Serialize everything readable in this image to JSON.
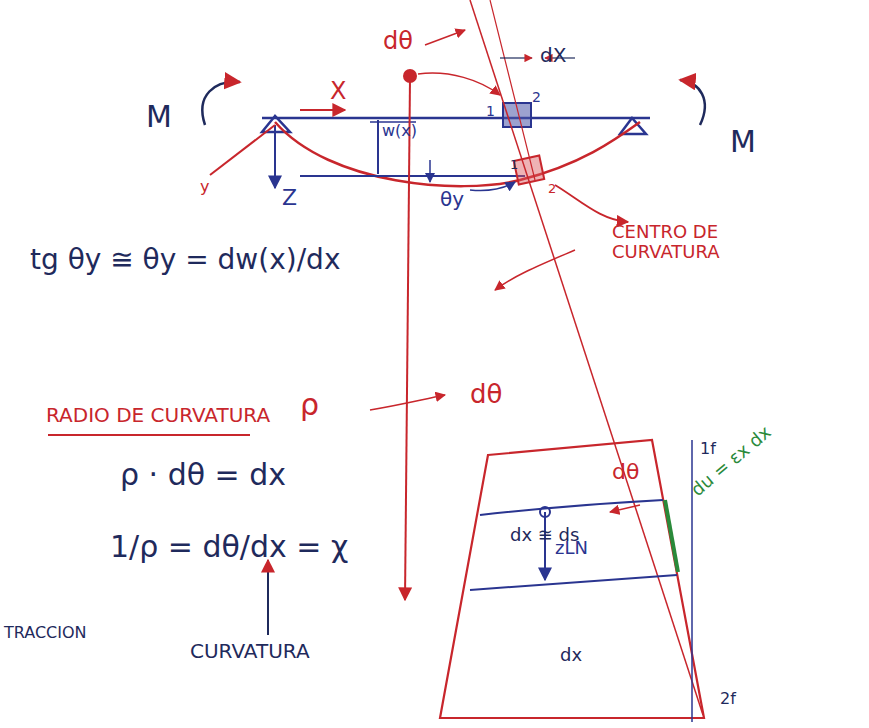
{
  "diagram": {
    "labels": [
      "dθ",
      "dX",
      "1",
      "2",
      "M",
      "M",
      "X",
      "w(x)",
      "θy",
      "1",
      "2",
      "Z",
      "y",
      "tg θy ≅ θy = dw(x)/dx",
      "CENTRO DE CURVATURA",
      "RADIO DE CURVATURA",
      "ρ",
      "dθ",
      "ρ · dθ = dx",
      "1/ρ = dθ/dx = χ",
      "CURVATURA",
      "TRACCION",
      "dx ≅ ds",
      "zLN",
      "dx",
      "dθ",
      "du = εx dx",
      "1f",
      "2f"
    ]
  }
}
